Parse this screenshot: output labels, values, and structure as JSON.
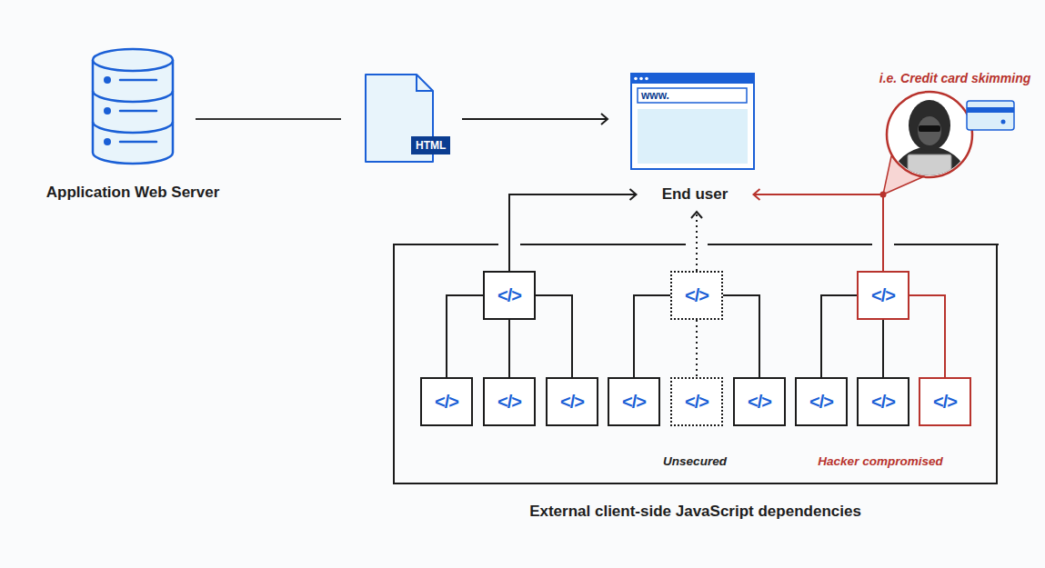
{
  "diagram": {
    "nodes": [
      {
        "text": [
          "Application Web Server"
        ]
      },
      {
        "text": [
          "HTML"
        ]
      },
      {
        "text": [
          "www."
        ]
      },
      {
        "text": [
          "End user"
        ]
      },
      {
        "text": [
          "External client-side JavaScript dependencies"
        ]
      },
      {
        "text": [
          "</>"
        ],
        "in": 4
      },
      {
        "text": [
          "</>"
        ],
        "in": 4
      },
      {
        "text": [
          "</>"
        ],
        "in": 4
      },
      {
        "text": [
          "</>"
        ],
        "in": 4
      },
      {
        "text": [
          "</>"
        ],
        "in": 4
      },
      {
        "text": [
          "</>"
        ],
        "in": 4
      },
      {
        "text": [
          "</>"
        ],
        "in": 4
      },
      {
        "text": [
          "</>"
        ],
        "in": 4
      },
      {
        "text": [
          "</>"
        ],
        "in": 4
      },
      {
        "text": [
          "</>"
        ],
        "in": 4
      },
      {
        "text": [
          "</>"
        ],
        "in": 4
      },
      {
        "text": [
          "</>"
        ],
        "in": 4
      }
    ],
    "edges": [
      {
        "from": 0,
        "to": 1,
        "arrow": "none"
      },
      {
        "from": 1,
        "to": 2,
        "arrow": "to"
      },
      {
        "from": 5,
        "to": 3,
        "arrow": "to"
      },
      {
        "from": 6,
        "to": 3,
        "arrow": "to"
      },
      {
        "from": 7,
        "to": 3,
        "arrow": "to"
      },
      {
        "from": 5,
        "to": 8,
        "arrow": "none"
      },
      {
        "from": 5,
        "to": 9,
        "arrow": "none"
      },
      {
        "from": 5,
        "to": 10,
        "arrow": "none"
      },
      {
        "from": 6,
        "to": 11,
        "arrow": "none"
      },
      {
        "from": 6,
        "to": 12,
        "arrow": "none"
      },
      {
        "from": 6,
        "to": 13,
        "arrow": "none"
      },
      {
        "from": 7,
        "to": 14,
        "arrow": "none"
      },
      {
        "from": 7,
        "to": 15,
        "arrow": "none"
      },
      {
        "from": 7,
        "to": 16,
        "arrow": "none"
      }
    ],
    "labels": [
      "i.e. Credit card skimming",
      "Unsecured",
      "Hacker compromised"
    ]
  }
}
